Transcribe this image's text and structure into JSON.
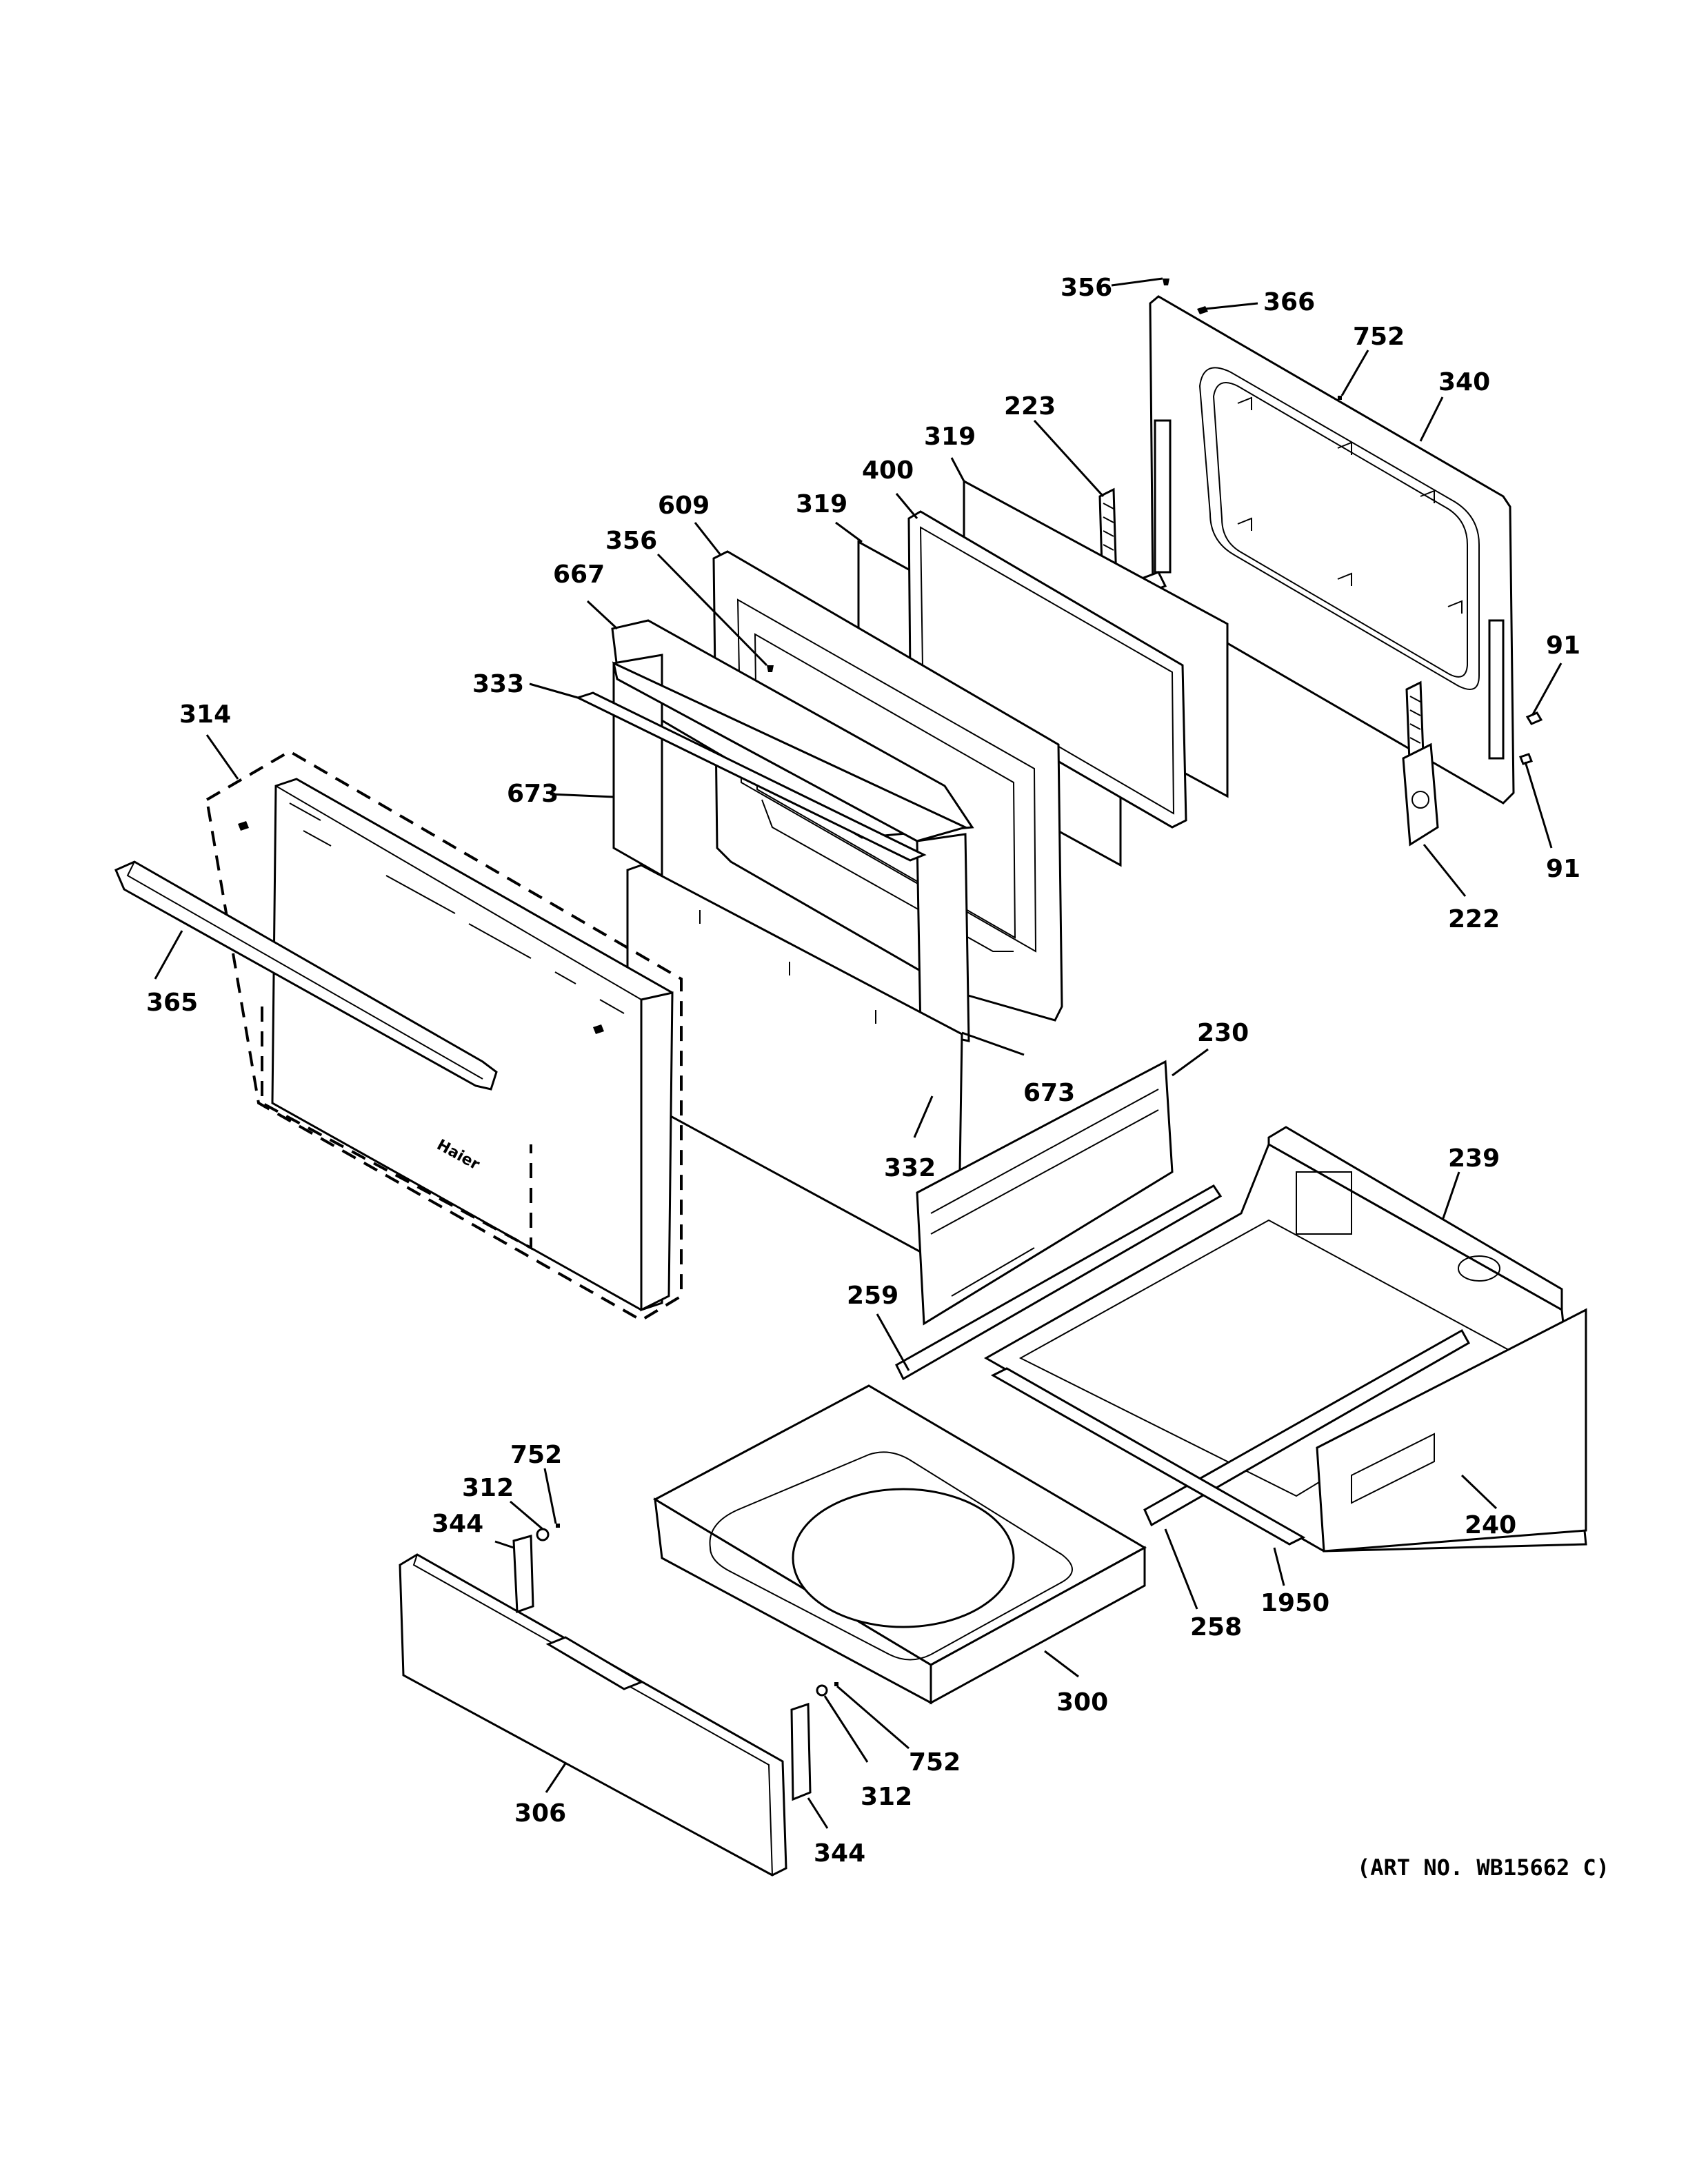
{
  "callouts": {
    "c356a": "356",
    "c366": "366",
    "c752a": "752",
    "c340": "340",
    "c223": "223",
    "c319a": "319",
    "c400": "400",
    "c319b": "319",
    "c609": "609",
    "c356b": "356",
    "c667": "667",
    "c333": "333",
    "c314": "314",
    "c673a": "673",
    "c91a": "91",
    "c91b": "91",
    "c222": "222",
    "c365": "365",
    "c230": "230",
    "c673b": "673",
    "c332": "332",
    "c239": "239",
    "c259": "259",
    "c752b": "752",
    "c312a": "312",
    "c344a": "344",
    "c240": "240",
    "c1950": "1950",
    "c258": "258",
    "c300": "300",
    "c752c": "752",
    "c312b": "312",
    "c306": "306",
    "c344b": "344"
  },
  "art_number": "(ART NO. WB15662 C)",
  "door_brand": "Haier",
  "colors": {
    "line": "#000000",
    "background": "#ffffff"
  }
}
